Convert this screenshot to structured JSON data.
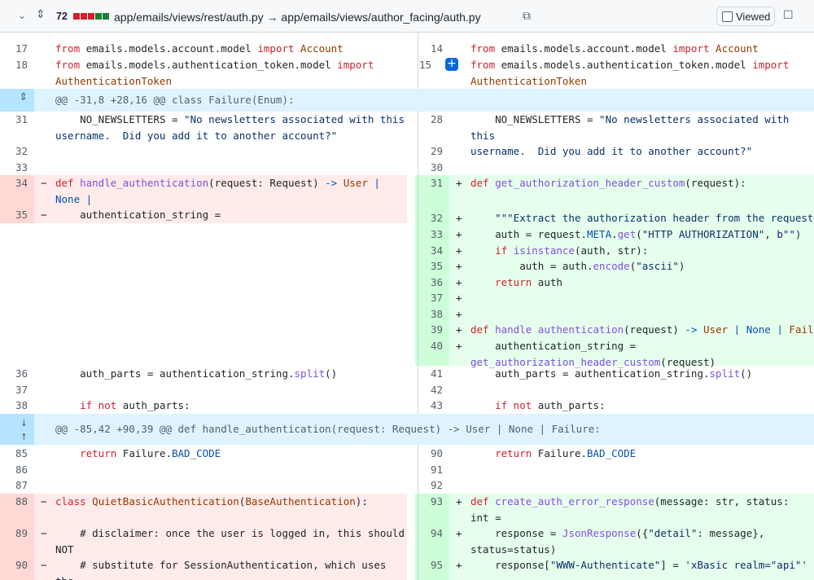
{
  "header": {
    "count": "72",
    "path": "app/emails/views/rest/auth.py → app/emails/views/author_facing/auth.py",
    "viewed_label": "Viewed",
    "colors": {
      "deletion": "#cf222e",
      "addition": "#1a7f37"
    }
  },
  "hunks": [
    {
      "text": "@@ -31,8 +28,16 @@ class Failure(Enum):"
    },
    {
      "text": "@@ -85,42 +90,39 @@ def handle_authentication(request: Request) -> User | None | Failure:"
    }
  ],
  "left": {
    "lines": [
      {
        "n": "17"
      },
      {
        "n": "18"
      },
      {
        "n": "31"
      },
      {
        "n": "32"
      },
      {
        "n": "33"
      },
      {
        "n": "34"
      },
      {
        "n": "35"
      },
      {
        "n": "36"
      },
      {
        "n": "37"
      },
      {
        "n": "38"
      },
      {
        "n": "85"
      },
      {
        "n": "86"
      },
      {
        "n": "87"
      },
      {
        "n": "88"
      },
      {
        "n": "89"
      },
      {
        "n": "90"
      }
    ]
  },
  "right": {
    "lines": [
      {
        "n": "14"
      },
      {
        "n": "15"
      },
      {
        "n": "28"
      },
      {
        "n": "29"
      },
      {
        "n": "30"
      },
      {
        "n": "31"
      },
      {
        "n": "32"
      },
      {
        "n": "33"
      },
      {
        "n": "34"
      },
      {
        "n": "35"
      },
      {
        "n": "36"
      },
      {
        "n": "37"
      },
      {
        "n": "38"
      },
      {
        "n": "39"
      },
      {
        "n": "40"
      },
      {
        "n": "41"
      },
      {
        "n": "42"
      },
      {
        "n": "43"
      },
      {
        "n": "90"
      },
      {
        "n": "91"
      },
      {
        "n": "92"
      },
      {
        "n": "93"
      },
      {
        "n": "94"
      },
      {
        "n": "95"
      }
    ]
  }
}
